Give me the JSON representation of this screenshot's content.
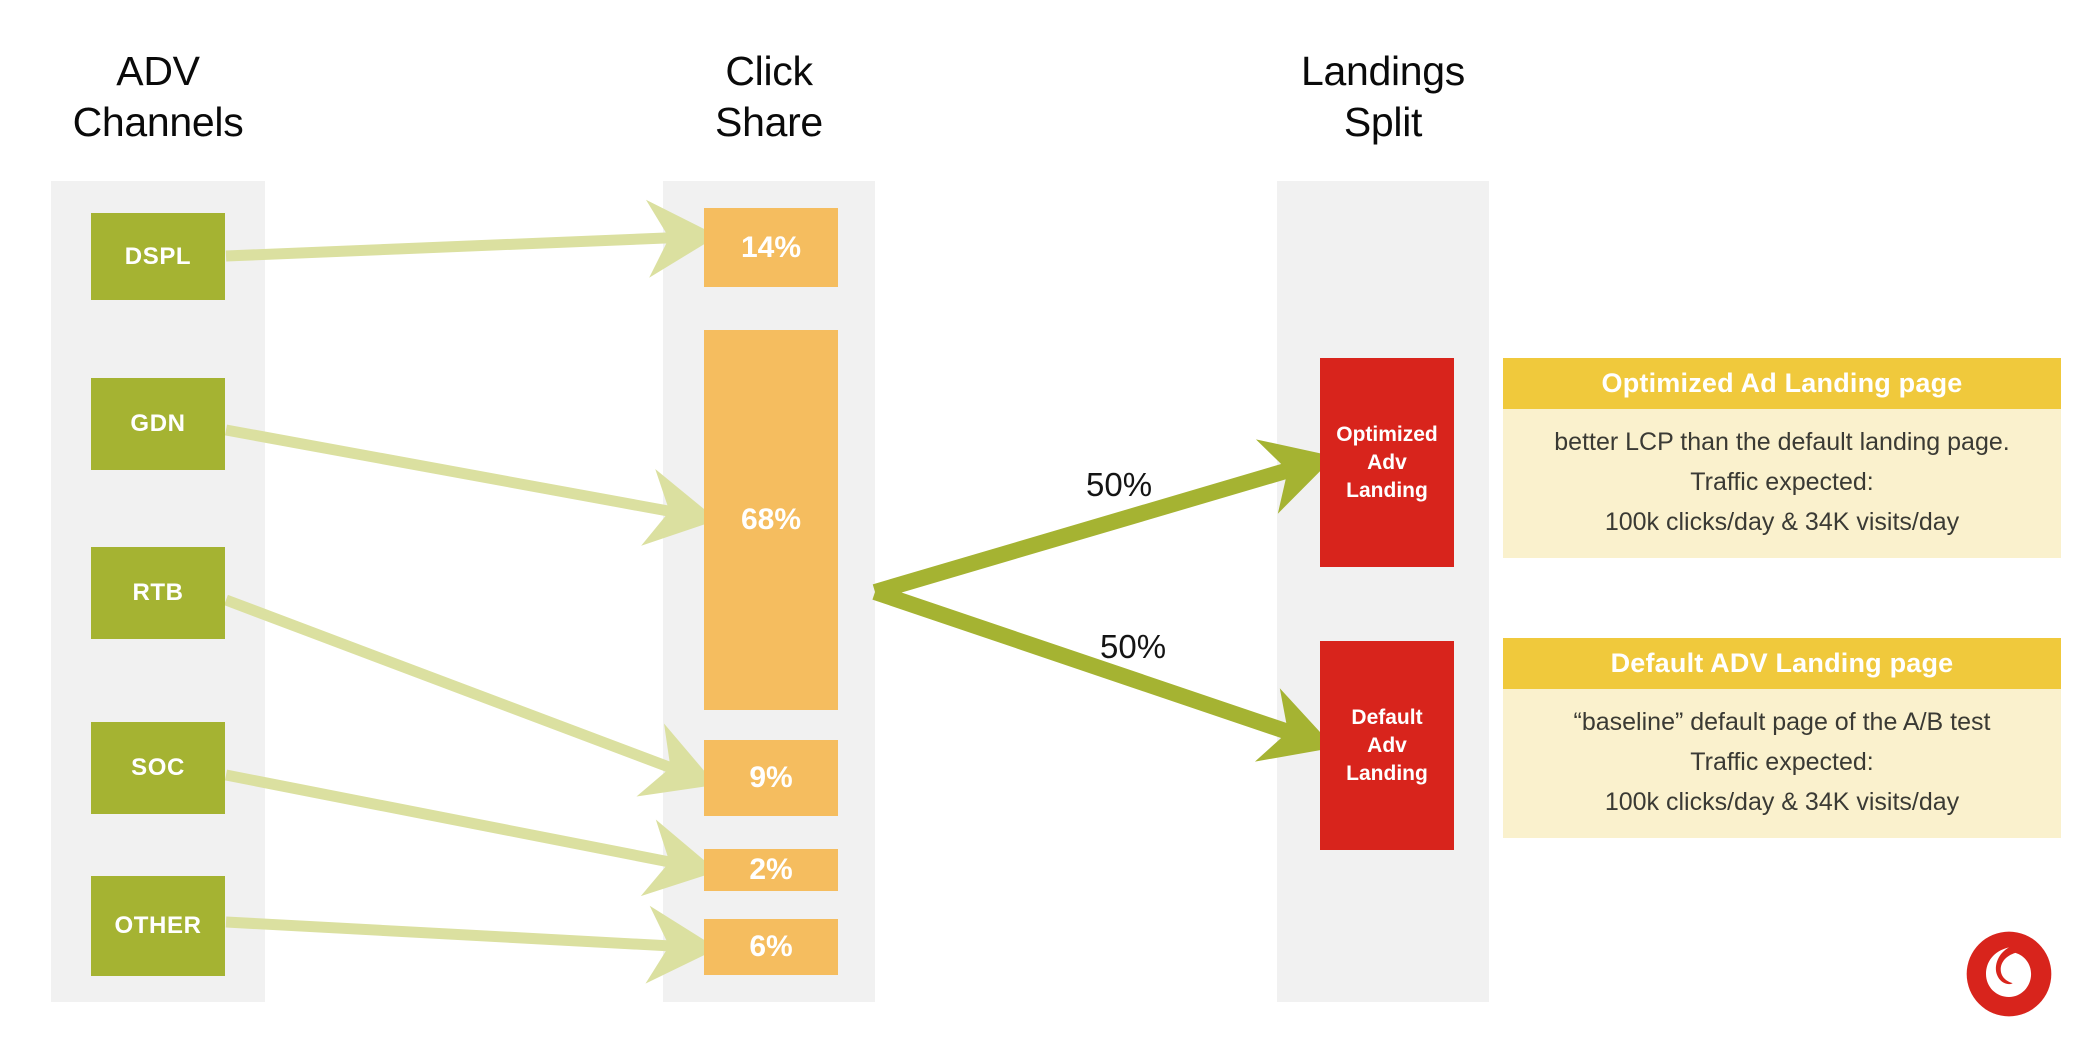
{
  "diagram": {
    "columns": [
      {
        "id": "adv-channels",
        "heading": "ADV\nChannels"
      },
      {
        "id": "click-share",
        "heading": "Click\nShare"
      },
      {
        "id": "landings-split",
        "heading": "Landings\nSplit"
      }
    ]
  },
  "channels": [
    {
      "label": "DSPL"
    },
    {
      "label": "GDN"
    },
    {
      "label": "RTB"
    },
    {
      "label": "SOC"
    },
    {
      "label": "OTHER"
    }
  ],
  "click_share": [
    {
      "label": "14%"
    },
    {
      "label": "68%"
    },
    {
      "label": "9%"
    },
    {
      "label": "2%"
    },
    {
      "label": "6%"
    }
  ],
  "landings": [
    {
      "label": "Optimized\nAdv\nLanding",
      "split": "50%"
    },
    {
      "label": "Default\nAdv\nLanding",
      "split": "50%"
    }
  ],
  "info_cards": [
    {
      "title": "Optimized Ad Landing page",
      "body": "better LCP than the default landing page.\nTraffic expected:\n100k clicks/day  & 34K visits/day"
    },
    {
      "title": "Default ADV Landing page",
      "body": "“baseline” default page of the A/B test\nTraffic expected:\n100k clicks/day  & 34K visits/day"
    }
  ],
  "logo": {
    "name": "vodafone-logo"
  },
  "colors": {
    "channel_box": "#a5b332",
    "click_bar": "#f5bd5f",
    "landing_box": "#d8241c",
    "info_header": "#f0c93c",
    "info_body": "#faf1cd",
    "column_bg": "#f1f1f1",
    "thin_arrow": "#dbe0a0",
    "thick_arrow": "#a5b332",
    "logo_red": "#d8241c"
  },
  "chart_data": {
    "type": "bar",
    "title": "ADV Channels → Click Share → Landings Split",
    "categories": [
      "DSPL",
      "GDN",
      "RTB",
      "SOC",
      "OTHER"
    ],
    "values": [
      14,
      68,
      9,
      2,
      6
    ],
    "value_labels": [
      "14%",
      "68%",
      "9%",
      "2%",
      "6%"
    ],
    "xlabel": "ADV Channels",
    "ylabel": "Click Share",
    "ylim": [
      0,
      100
    ],
    "grid": false,
    "legend": "none",
    "flows": [
      {
        "from": "DSPL",
        "to": "14%"
      },
      {
        "from": "GDN",
        "to": "68%"
      },
      {
        "from": "RTB",
        "to": "9%"
      },
      {
        "from": "SOC",
        "to": "2%"
      },
      {
        "from": "OTHER",
        "to": "6%"
      }
    ],
    "split": [
      {
        "target": "Optimized Adv Landing",
        "value": 50,
        "label": "50%"
      },
      {
        "target": "Default Adv Landing",
        "value": 50,
        "label": "50%"
      }
    ]
  }
}
